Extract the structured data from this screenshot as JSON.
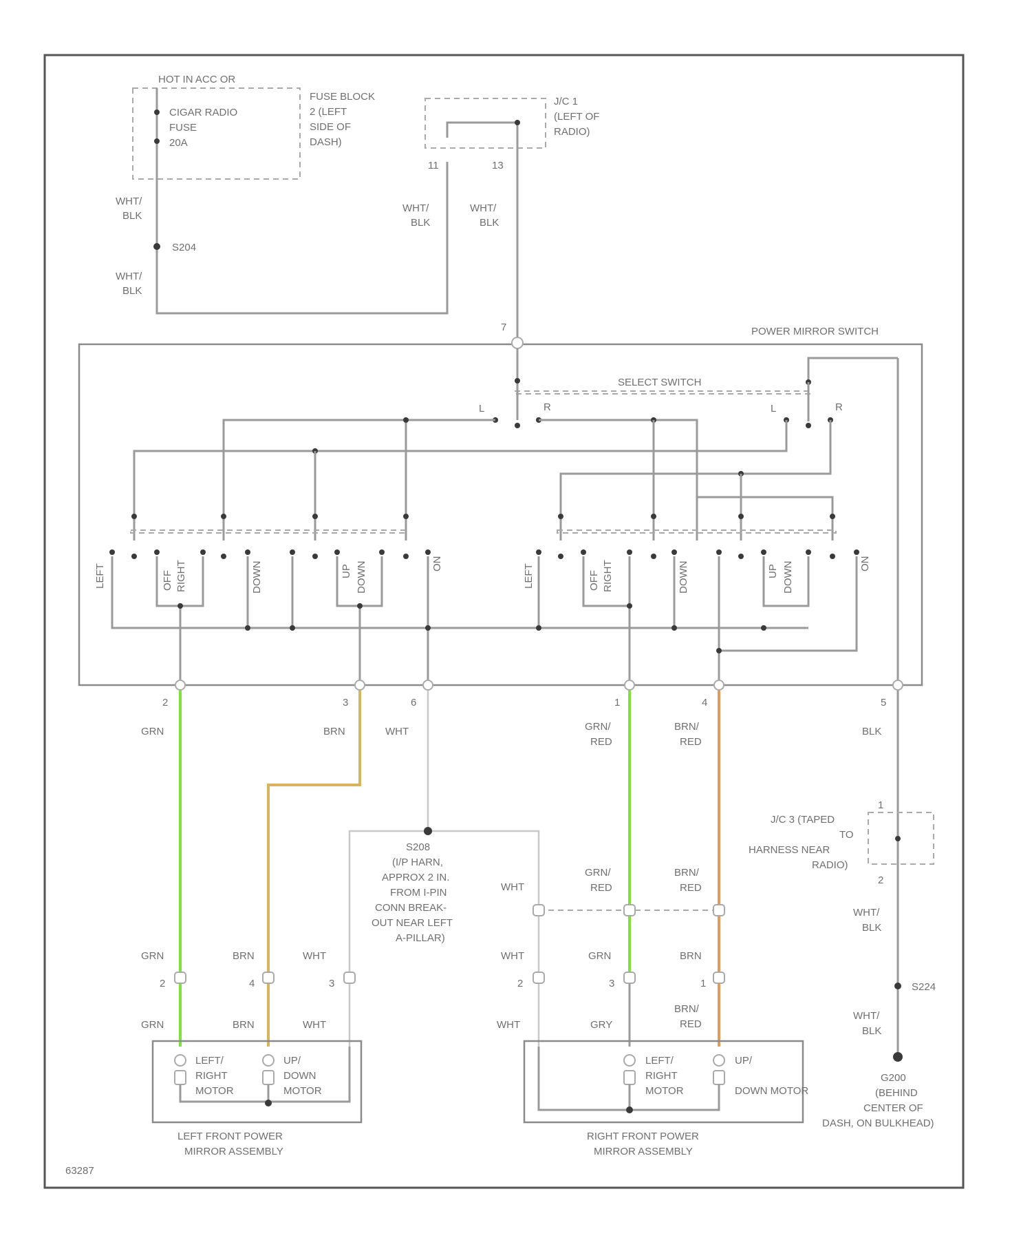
{
  "labels": {
    "hot_in_acc": "HOT IN ACC OR",
    "fuse_name": "CIGAR RADIO",
    "fuse_word": "FUSE",
    "fuse_amp": "20A",
    "fuse_block_1": "FUSE BLOCK",
    "fuse_block_2": "2 (LEFT",
    "fuse_block_3": "SIDE OF",
    "fuse_block_4": "DASH)",
    "jc1_1": "J/C 1",
    "jc1_2": "(LEFT OF",
    "jc1_3": "RADIO)",
    "jc1_pin_a": "11",
    "jc1_pin_b": "13",
    "splice_top": "S204",
    "power_mirror_switch": "POWER MIRROR SWITCH",
    "select_switch": "SELECT SWITCH",
    "pin_7": "7",
    "l_a": "L",
    "r_a": "R",
    "l_b": "L",
    "r_b": "R",
    "sw_left": "LEFT",
    "sw_right": "RIGHT",
    "sw_up": "UP",
    "sw_down": "DOWN",
    "sw_off_1": "OFF",
    "sw_off_2": "OFF",
    "sw_on_1": "ON",
    "sw_on_2": "ON",
    "pin_2": "2",
    "pin_3": "3",
    "pin_6": "6",
    "pin_1": "1",
    "pin_4": "4",
    "pin_5": "5",
    "grn": "GRN",
    "brn": "BRN",
    "wht": "WHT",
    "grn_red": "GRN/",
    "red": "RED",
    "brn_red": "BRN/",
    "blk": "BLK",
    "wht_blk": "WHT/",
    "s_mid_1": "S208",
    "s_mid_2": "(I/P HARN,",
    "s_mid_3": "APPROX 2 IN.",
    "s_mid_4": "FROM I-PIN",
    "s_mid_5": "CONN BREAK-",
    "s_mid_6": "OUT NEAR LEFT",
    "s_mid_7": "A-PILLAR)",
    "jc3_1": "J/C 3 (TAPED",
    "jc3_2": "TO",
    "jc3_3": "HARNESS NEAR",
    "jc3_4": "RADIO)",
    "splice_bot": "S224",
    "ground_1": "G200",
    "ground_2": "(BEHIND",
    "ground_3": "CENTER OF",
    "ground_4": "DASH, ON BULKHEAD)",
    "gry": "GRY",
    "motor_left": "LEFT/",
    "motor_right": "RIGHT",
    "motor_word": "MOTOR",
    "motor_up": "UP/",
    "motor_down": "DOWN",
    "down_motor": "DOWN MOTOR",
    "left_assy_1": "LEFT FRONT POWER",
    "left_assy_2": "MIRROR ASSEMBLY",
    "right_assy_1": "RIGHT FRONT POWER",
    "right_assy_2": "MIRROR ASSEMBLY",
    "fig_code": "63287"
  },
  "colors": {
    "grn_wire": "#7ee23a",
    "brn_wire": "#d9b45f",
    "brn_red_wire": "#e39a5a"
  }
}
